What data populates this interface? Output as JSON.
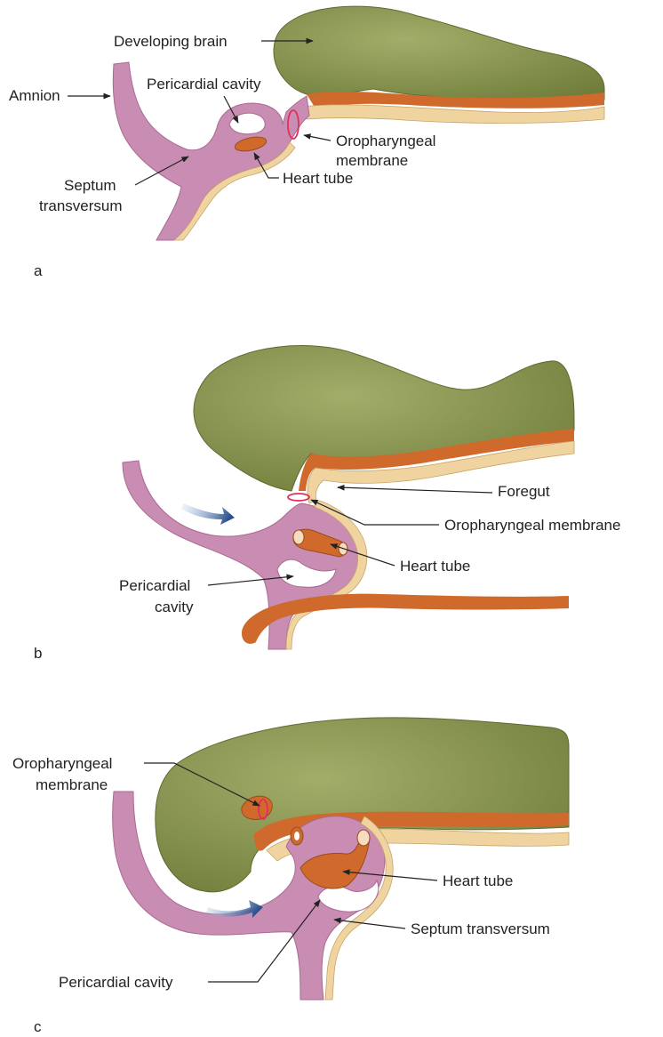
{
  "colors": {
    "brain": "#7f8c46",
    "brain_light": "#a3ad6a",
    "mesoderm": "#c98cb2",
    "mesoderm_dark": "#a96a92",
    "ectoderm": "#f0d4a0",
    "neural": "#cf6a2c",
    "membrane": "#e0305a",
    "arrow_blue": "#2a4f8a",
    "leader": "#222222"
  },
  "panels": [
    {
      "letter": "a",
      "labels": {
        "developing_brain": "Developing brain",
        "amnion": "Amnion",
        "pericardial_cavity": "Pericardial cavity",
        "oropharyngeal_1": "Oropharyngeal",
        "oropharyngeal_2": "membrane",
        "heart_tube": "Heart tube",
        "septum_1": "Septum",
        "septum_2": "transversum"
      }
    },
    {
      "letter": "b",
      "labels": {
        "foregut": "Foregut",
        "oropharyngeal_membrane": "Oropharyngeal membrane",
        "heart_tube": "Heart tube",
        "pericardial_1": "Pericardial",
        "pericardial_2": "cavity"
      }
    },
    {
      "letter": "c",
      "labels": {
        "oropharyngeal_1": "Oropharyngeal",
        "oropharyngeal_2": "membrane",
        "heart_tube": "Heart tube",
        "septum_transversum": "Septum transversum",
        "pericardial_cavity": "Pericardial cavity"
      }
    }
  ]
}
